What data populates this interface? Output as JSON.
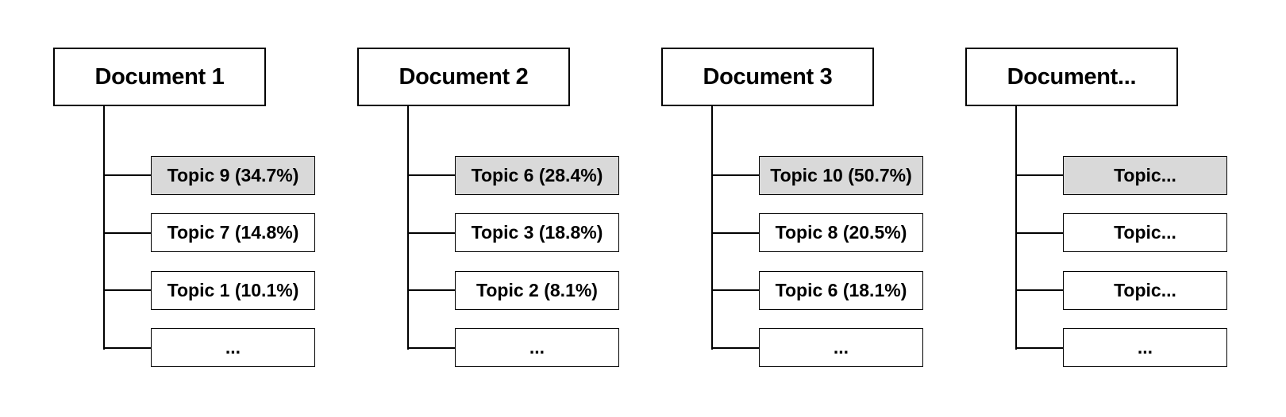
{
  "colors": {
    "highlight_fill": "#d9d9d9",
    "line": "#000000"
  },
  "documents": [
    {
      "title": "Document 1",
      "topics": [
        "Topic 9 (34.7%)",
        "Topic 7 (14.8%)",
        "Topic 1 (10.1%)",
        "..."
      ]
    },
    {
      "title": "Document 2",
      "topics": [
        "Topic 6 (28.4%)",
        "Topic 3 (18.8%)",
        "Topic 2 (8.1%)",
        "..."
      ]
    },
    {
      "title": "Document 3",
      "topics": [
        "Topic 10 (50.7%)",
        "Topic 8 (20.5%)",
        "Topic 6 (18.1%)",
        "..."
      ]
    },
    {
      "title": "Document...",
      "topics": [
        "Topic...",
        "Topic...",
        "Topic...",
        "..."
      ]
    }
  ]
}
